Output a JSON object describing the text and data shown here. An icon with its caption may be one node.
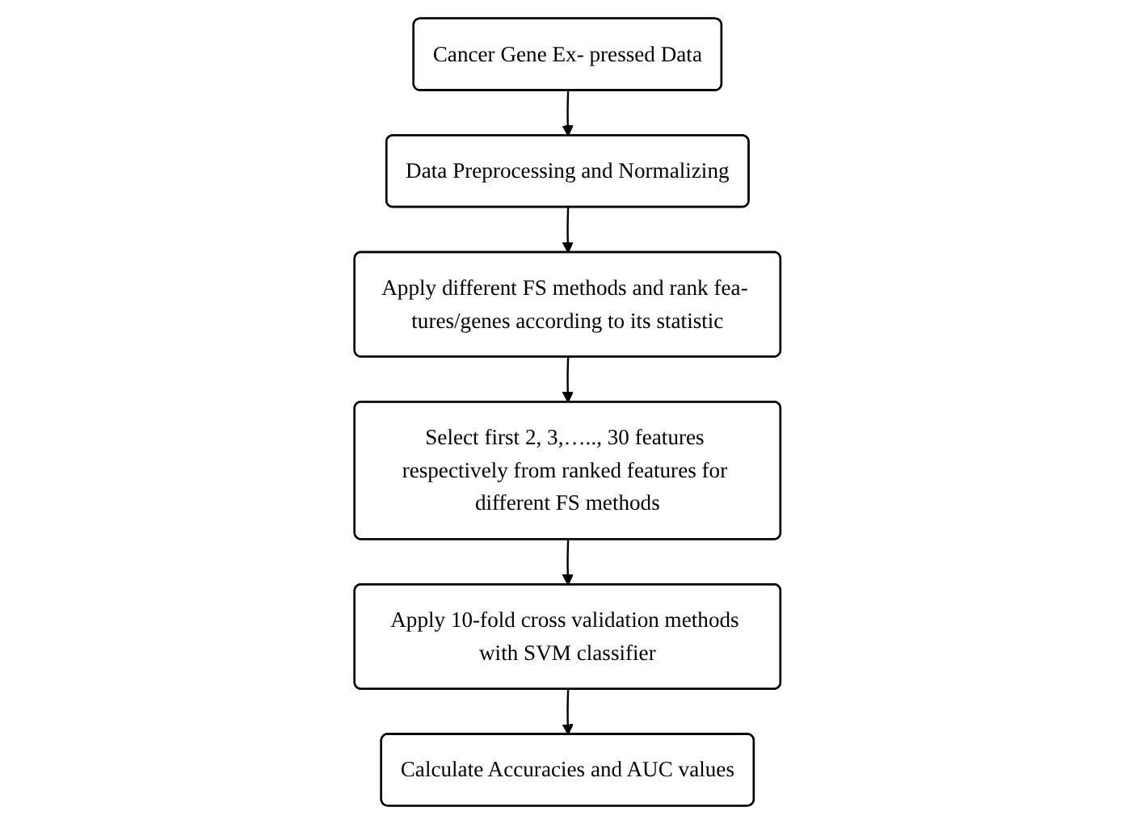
{
  "diagram": {
    "nodes": [
      {
        "text": [
          "Cancer Gene Ex- pressed Data"
        ]
      },
      {
        "text": [
          "Data Preprocessing and Normalizing"
        ]
      },
      {
        "text": [
          "Apply different FS methods and rank fea- tures/genes according to its statistic"
        ]
      },
      {
        "text": [
          "Select first 2, 3,….., 30 features respectively from ranked features for different FS methods"
        ]
      },
      {
        "text": [
          "Apply 10-fold cross validation methods with SVM classifier"
        ]
      },
      {
        "text": [
          "Calculate Accuracies and AUC values"
        ]
      }
    ],
    "edges": [
      {
        "from": 0,
        "to": 1,
        "arrow": "to"
      },
      {
        "from": 1,
        "to": 2,
        "arrow": "to"
      },
      {
        "from": 2,
        "to": 3,
        "arrow": "to"
      },
      {
        "from": 3,
        "to": 4,
        "arrow": "to"
      },
      {
        "from": 4,
        "to": 5,
        "arrow": "to"
      }
    ]
  }
}
